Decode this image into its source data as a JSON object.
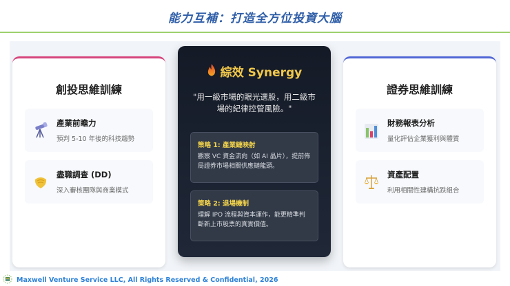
{
  "header": {
    "title": "能力互補：打造全方位投資大腦"
  },
  "left_card": {
    "title": "創投思維訓練",
    "accent": "#d6457d",
    "items": [
      {
        "icon": "telescope-icon",
        "title": "產業前瞻力",
        "desc": "預判 5-10 年後的科技趨勢"
      },
      {
        "icon": "handshake-icon",
        "title": "盡職調查 (DD)",
        "desc": "深入審核團隊與商業模式"
      }
    ]
  },
  "center_card": {
    "icon": "fire-icon",
    "title": "綜效 Synergy",
    "quote": "\"用一級市場的眼光選股，用二級市場的紀律控管風險。\"",
    "strategies": [
      {
        "title": "策略 1: 產業鏈映射",
        "body": "觀察 VC 資金流向（如 AI 晶片），提前佈局證券市場相關供應鏈龍頭。"
      },
      {
        "title": "策略 2: 退場機制",
        "body": "理解 IPO 流程與資本運作，能更精準判斷新上市股票的真實價值。"
      }
    ]
  },
  "right_card": {
    "title": "證券思維訓練",
    "accent": "#5066d6",
    "items": [
      {
        "icon": "bar-chart-icon",
        "title": "財務報表分析",
        "desc": "量化評估企業獲利與體質"
      },
      {
        "icon": "balance-scale-icon",
        "title": "資產配置",
        "desc": "利用相關性建構抗跌組合"
      }
    ]
  },
  "footer": {
    "text": "Maxwell Venture Service LLC, All Rights Reserved & Confidential, 2026"
  }
}
